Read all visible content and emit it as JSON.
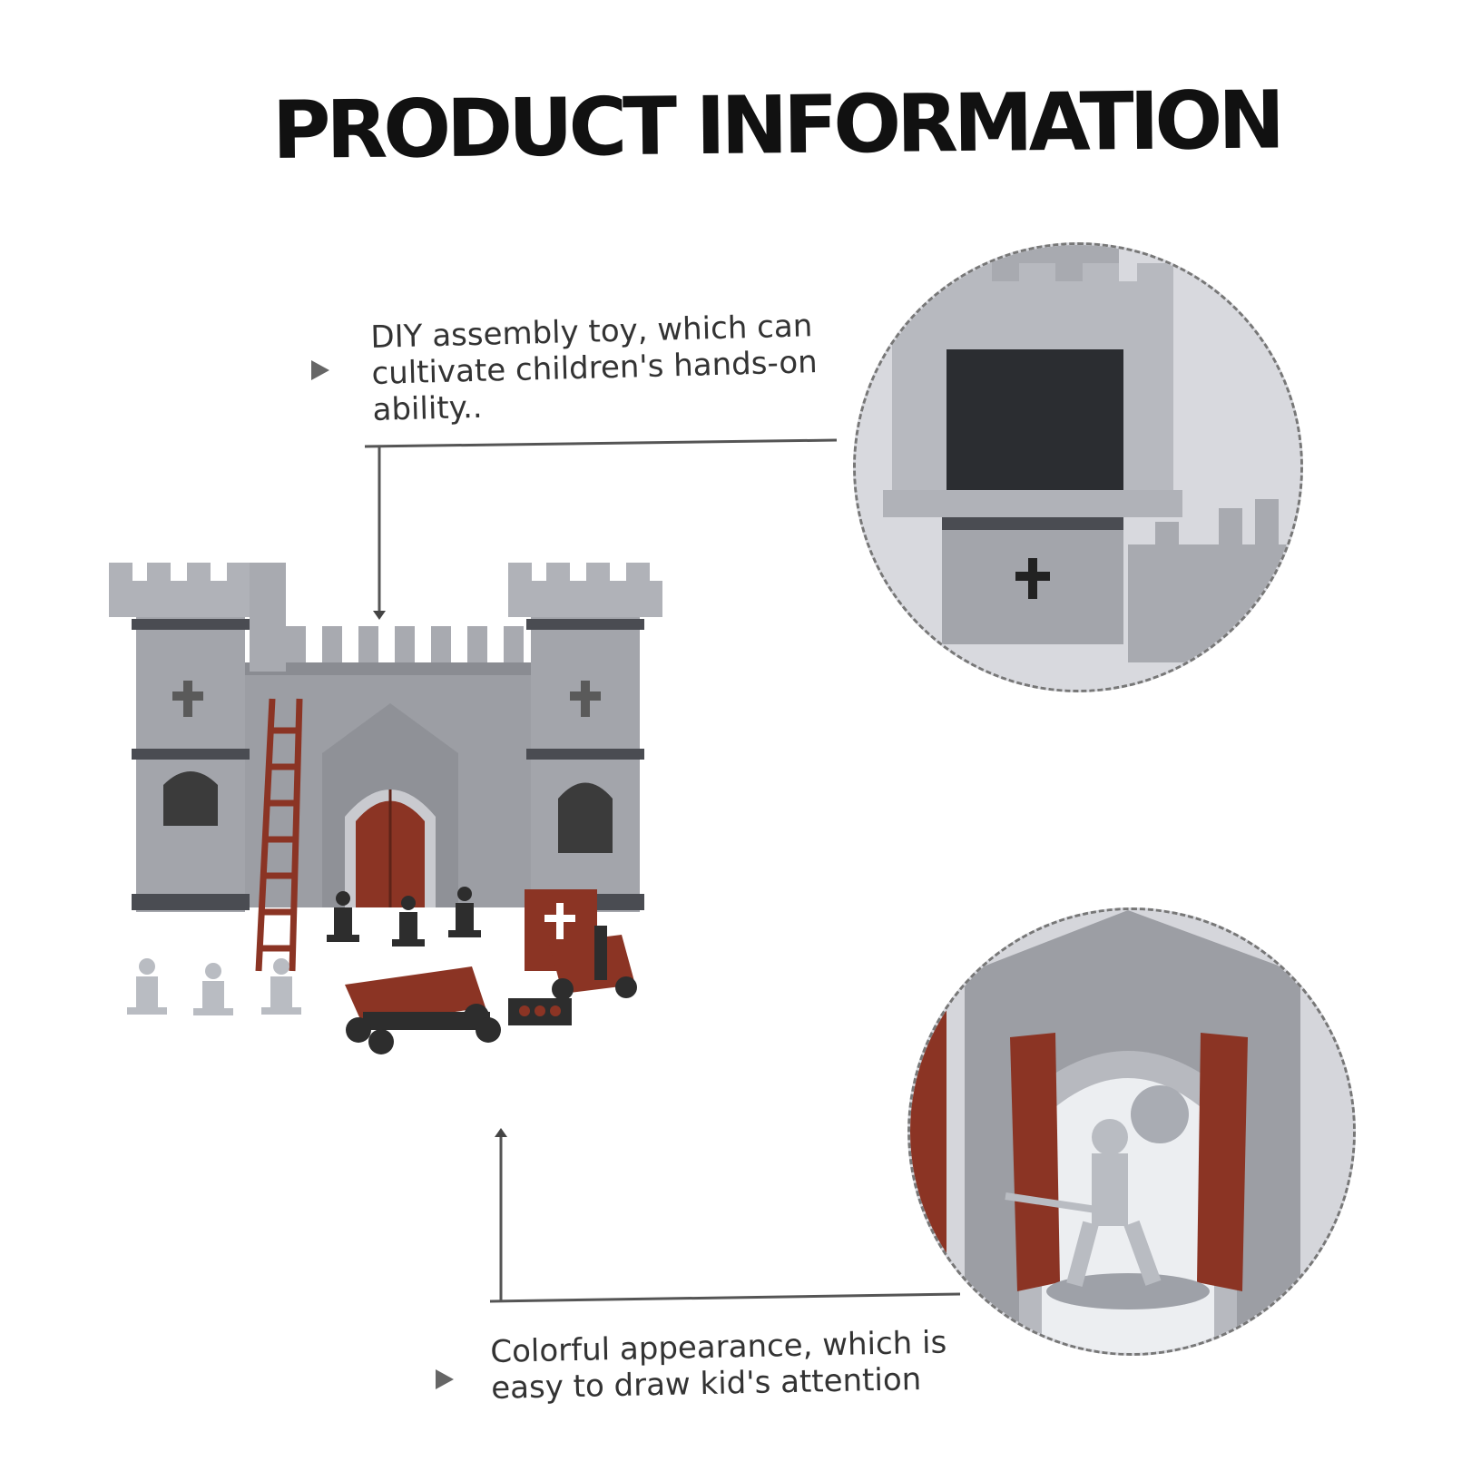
{
  "header": {
    "title": "PRODUCT INFORMATION"
  },
  "callouts": [
    {
      "text": "DIY assembly toy, which can cultivate children's hands-on ability.."
    },
    {
      "text": "Colorful appearance, which is easy to draw kid's attention"
    }
  ],
  "colors": {
    "castle_gray": "#9c9ea4",
    "accent_red": "#8b3424",
    "figure_dark": "#2d2d2d",
    "figure_silver": "#b9bcc2",
    "text": "#333333"
  },
  "icons": {
    "bullet": "triangle-right-icon"
  }
}
